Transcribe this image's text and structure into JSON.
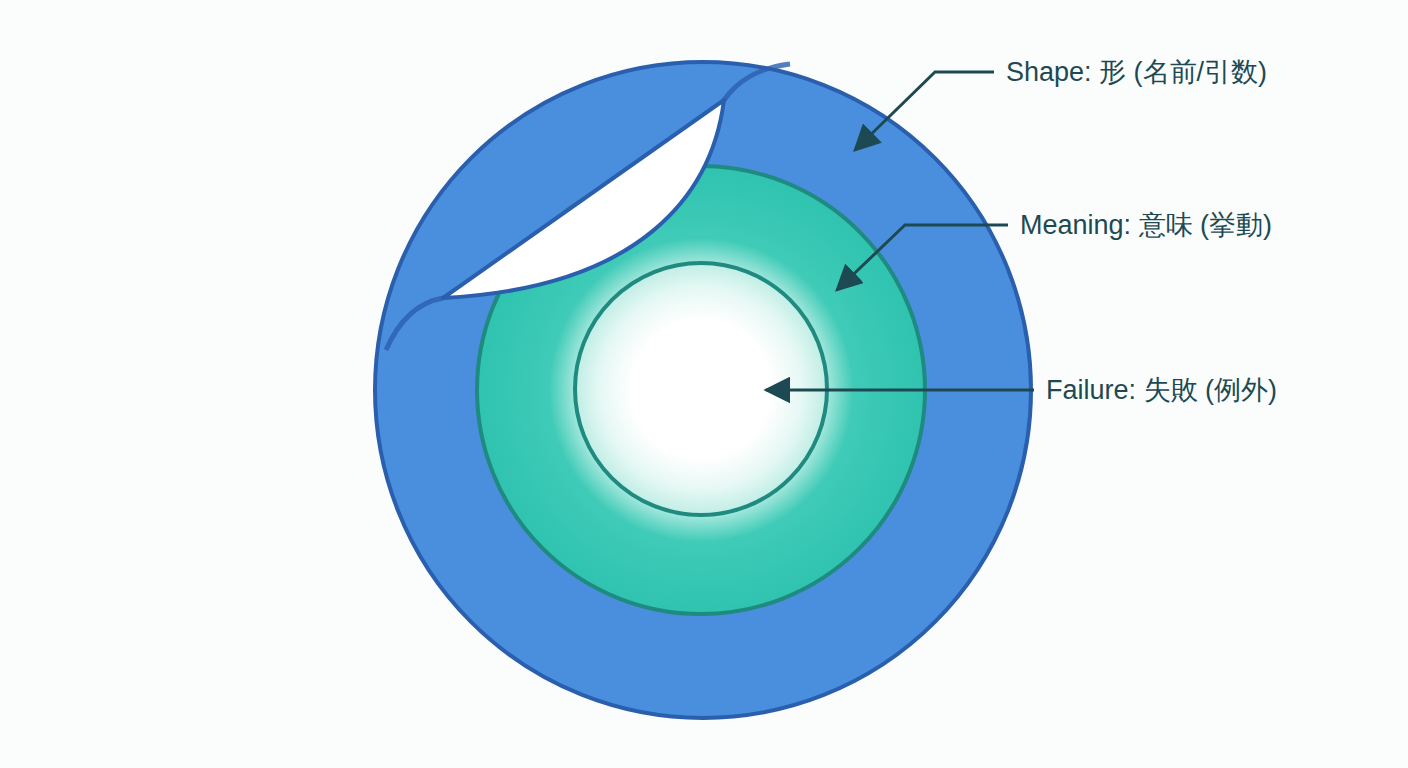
{
  "diagram": {
    "labels": [
      "Shape: 形 (名前/引数)",
      "Meaning: 意味 (挙動)",
      "Failure: 失敗 (例外)"
    ]
  }
}
